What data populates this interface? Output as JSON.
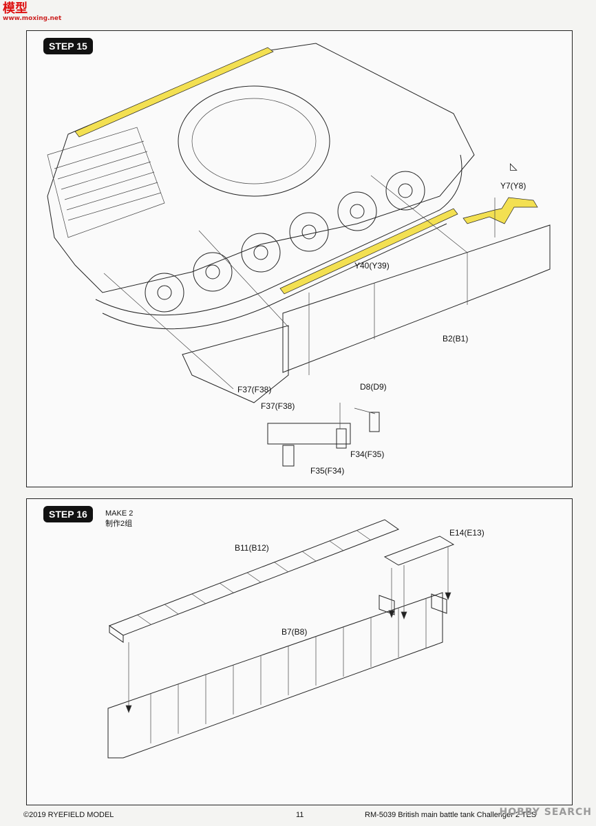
{
  "watermark": {
    "brand": "模型",
    "site": "www.moxing.net"
  },
  "step15": {
    "badge": "STEP 15",
    "callouts": {
      "y7": "Y7(Y8)",
      "y40": "Y40(Y39)",
      "b2": "B2(B1)",
      "d8": "D8(D9)",
      "f37a": "F37(F38)",
      "f37b": "F37(F38)",
      "f34": "F34(F35)",
      "f35": "F35(F34)"
    },
    "accent_color": "#f3e052"
  },
  "step16": {
    "badge": "STEP 16",
    "make_note_en": "MAKE 2",
    "make_note_cn": "制作2组",
    "callouts": {
      "b11": "B11(B12)",
      "e14": "E14(E13)",
      "b7": "B7(B8)"
    }
  },
  "footer": {
    "copyright": "©2019 RYEFIELD MODEL",
    "page_number": "11",
    "product": "RM-5039 British main battle tank Challenger 2 TES"
  },
  "site_mark": "HOBBY SEARCH"
}
